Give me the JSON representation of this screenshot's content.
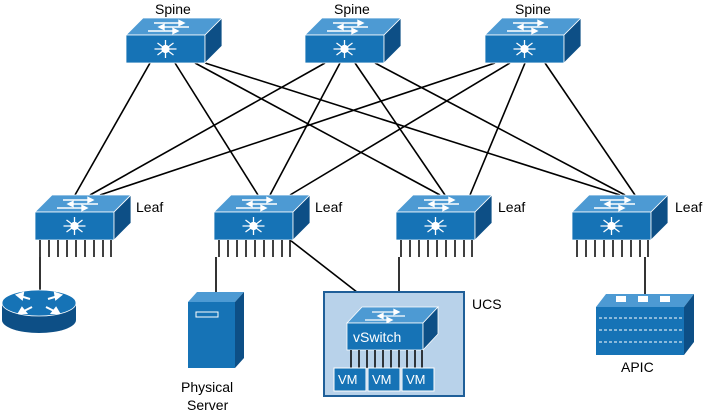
{
  "colors": {
    "device_front": "#1673b6",
    "device_top": "#4d9ad3",
    "device_side": "#0d4f86",
    "ucs_box": "#b8d2ea",
    "ucs_border": "#1f5f99",
    "link": "#000000"
  },
  "spines": [
    {
      "label": "Spine"
    },
    {
      "label": "Spine"
    },
    {
      "label": "Spine"
    }
  ],
  "leaves": [
    {
      "label": "Leaf"
    },
    {
      "label": "Leaf"
    },
    {
      "label": "Leaf"
    },
    {
      "label": "Leaf"
    }
  ],
  "endpoints": {
    "router": {
      "icon": "router-icon"
    },
    "server": {
      "label_line1": "Physical",
      "label_line2": "Server",
      "icon": "server-icon"
    },
    "ucs": {
      "label": "UCS",
      "vswitch_label": "vSwitch",
      "vms": [
        "VM",
        "VM",
        "VM"
      ]
    },
    "apic": {
      "label": "APIC",
      "icon": "apic-icon"
    }
  }
}
